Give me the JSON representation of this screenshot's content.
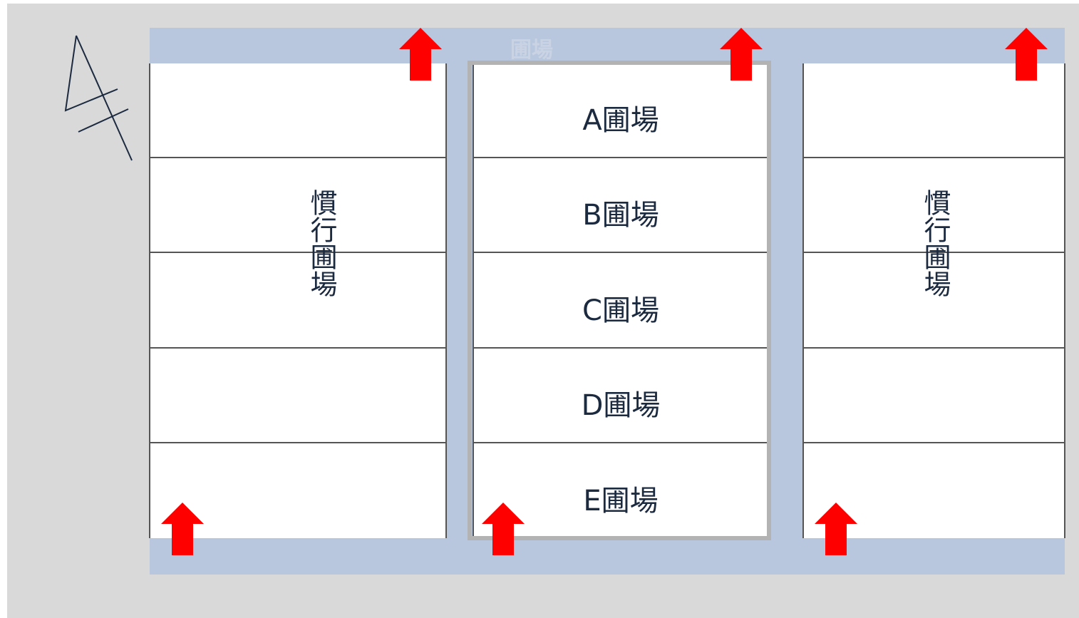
{
  "header_label": "圃場",
  "experimental_plots": [
    {
      "label": "A圃場"
    },
    {
      "label": "B圃場"
    },
    {
      "label": "C圃場"
    },
    {
      "label": "D圃場"
    },
    {
      "label": "E圃場"
    }
  ],
  "left_field": {
    "label": "慣行圃場"
  },
  "right_field": {
    "label": "慣行圃場"
  },
  "colors": {
    "background": "#d9d9d9",
    "band": "#b8c7dd",
    "arrow": "#ff0000",
    "frame": "#b3b3b3",
    "text": "#1c2a40"
  },
  "icons": {
    "north_symbol": "north-arrow-icon",
    "flow_arrow": "arrow-up-icon"
  }
}
